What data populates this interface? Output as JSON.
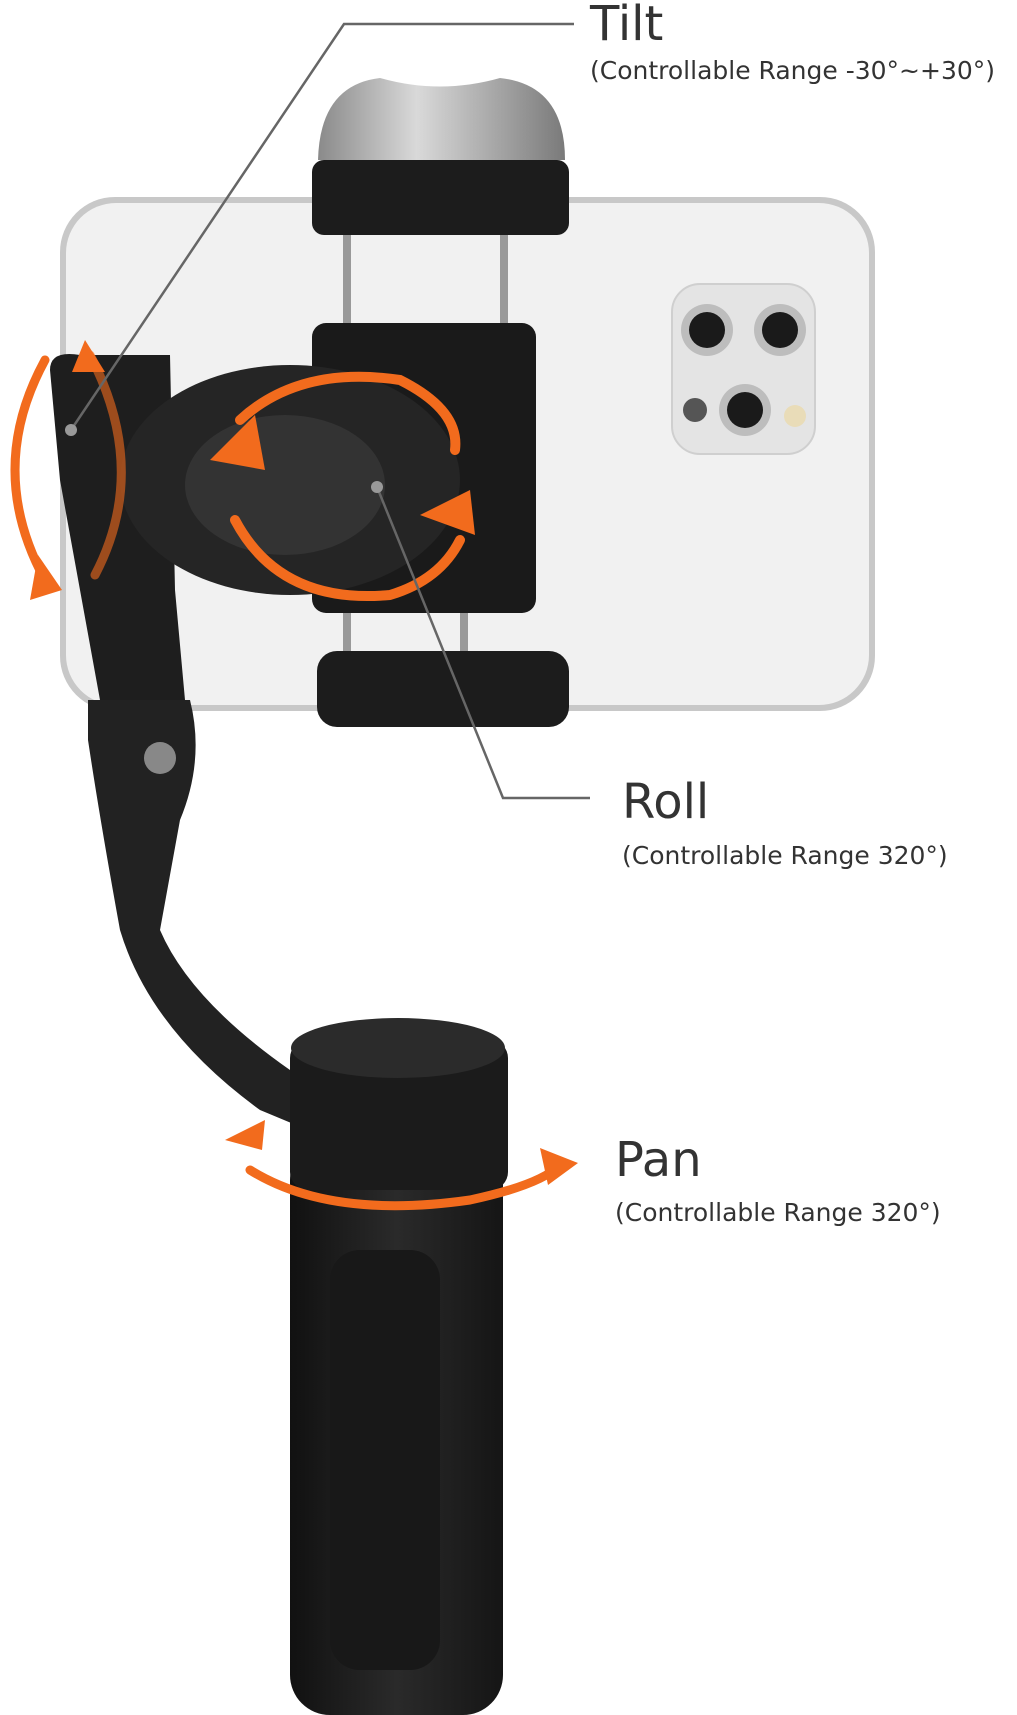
{
  "labels": {
    "tilt": {
      "title": "Tilt",
      "range": "(Controllable Range -30°~+30°)"
    },
    "roll": {
      "title": "Roll",
      "range": "(Controllable Range  320°)"
    },
    "pan": {
      "title": "Pan",
      "range": "(Controllable Range  320°)"
    }
  },
  "colors": {
    "accent": "#f26b1d",
    "leader": "#666666",
    "body": "#1f1f1f",
    "phone": "#f2f2f2",
    "text": "#333333"
  }
}
